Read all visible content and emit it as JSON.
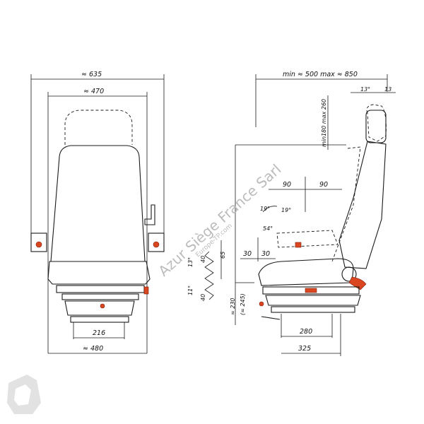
{
  "front_view": {
    "overall_width": "≈ 635",
    "inner_width": "≈ 470",
    "base_width": "≈ 480",
    "rail_width": "216"
  },
  "side_view": {
    "adjust_range": "min ≈ 500  max ≈ 850",
    "headrest_angle": "13°",
    "headrest_tilt": "13",
    "height_range": "min180 max 260",
    "back_offset_left": "90",
    "back_offset_right": "90",
    "recline_angle_a": "19°",
    "recline_angle_b": "19°",
    "cushion_angle": "54°",
    "cushion_depth_left": "30",
    "cushion_depth_right": "30",
    "spring_top": "40",
    "spring_travel": "65",
    "spring_angle_top": "13°",
    "spring_angle_bottom": "11°",
    "spring_bottom": "40",
    "seat_height": "≈ 230",
    "seat_height_alt": "(≈ 245)",
    "rail_length": "280",
    "base_depth": "325"
  },
  "watermark": {
    "main": "Azur Siège France Sarl",
    "sub": "Europe-TP.com"
  },
  "colors": {
    "accent": "#d9461f",
    "ink": "#1a1a1a",
    "watermark": "#bcbcbc"
  }
}
